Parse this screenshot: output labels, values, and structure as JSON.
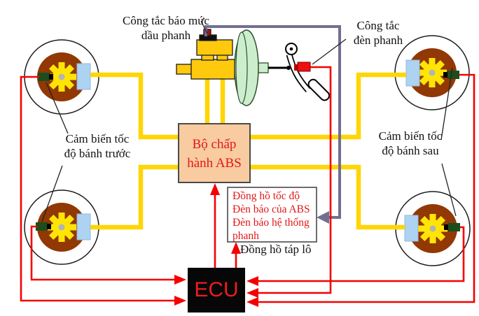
{
  "diagram": {
    "labels": {
      "fluid_level_switch": {
        "lines": [
          "Công tắc báo mức",
          "dầu phanh"
        ]
      },
      "brake_light_switch": {
        "lines": [
          "Công tắc",
          "đèn phanh"
        ]
      },
      "front_wheel_sensors": {
        "lines": [
          "Cảm biến tốc",
          "độ bánh trước"
        ]
      },
      "rear_wheel_sensors": {
        "lines": [
          "Cảm biến tốc",
          "độ bánh sau"
        ]
      },
      "dashboard_caption": "Đồng hồ táp lô"
    },
    "nodes": {
      "abs_actuator": {
        "lines": [
          "Bộ chấp",
          "hành ABS"
        ]
      },
      "instrument_cluster": {
        "lines": [
          "Đồng hồ tốc độ",
          "Đèn báo của ABS",
          "Đèn báo hệ thống",
          "phanh"
        ]
      },
      "ecu": {
        "label": "ECU"
      }
    },
    "colors": {
      "hydraulic_line": "#ffd505",
      "signal_wire": "#ff0000",
      "monitor_line": "#716f91",
      "rotor": "#913804",
      "tone_ring_gear": "#ffe505",
      "caliper": "#aed2f2",
      "speed_sensor": "#1d4d1d",
      "actuator_fill": "#f8cba1",
      "booster_fill": "#cdeecd",
      "master_cylinder": "#ffc90e",
      "ecu_background": "#000000",
      "red_text": "#e21818"
    }
  }
}
